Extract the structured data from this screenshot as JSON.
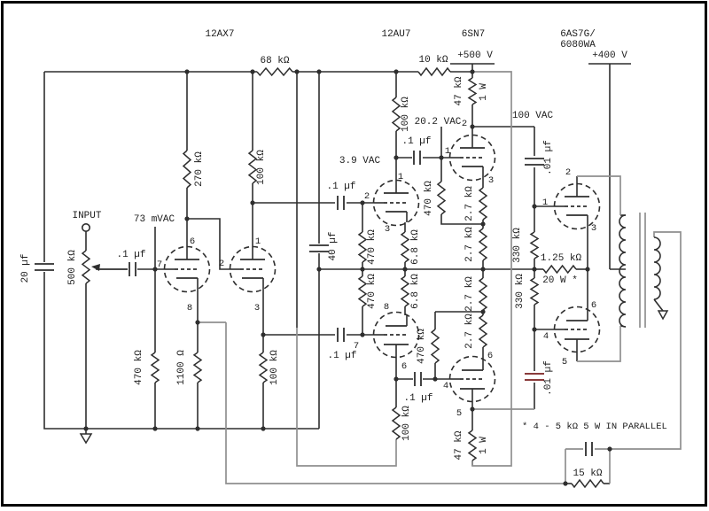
{
  "tubes": {
    "t1": "12AX7",
    "t2": "12AU7",
    "t3": "6SN7",
    "t4_line1": "6AS7G/",
    "t4_line2": "6080WA"
  },
  "power": {
    "b500": "+500 V",
    "b400": "+400 V"
  },
  "test_points": {
    "tp_73mvac": "73 mVAC",
    "tp_3_9vac": "3.9 VAC",
    "tp_20_2vac": "20.2 VAC",
    "tp_100vac": "100 VAC"
  },
  "input": {
    "label": "INPUT"
  },
  "resistors": {
    "r68k": "68 kΩ",
    "r10k": "10 kΩ",
    "r47k": "47 kΩ",
    "r1w": "1 W",
    "r270k": "270 kΩ",
    "r100k": "100 kΩ",
    "r470k": "470 kΩ",
    "r6_8k": "6.8 kΩ",
    "r2_7k": "2.7 kΩ",
    "r330k": "330 kΩ",
    "r1_25k": "1.25 kΩ",
    "r20w": "20 W *",
    "r1100": "1100 Ω",
    "r500k": "500 kΩ",
    "r15k": "15 kΩ"
  },
  "capacitors": {
    "c20uf": "20 µf",
    "c40uf": "40 µf",
    "c0_1uf": ".1 µf",
    "c0_01uf": ".01 µf"
  },
  "note": "* 4 - 5 kΩ 5 W IN PARALLEL",
  "pins": {
    "p1": "1",
    "p2": "2",
    "p3": "3",
    "p4": "4",
    "p5": "5",
    "p6": "6",
    "p7": "7",
    "p8": "8"
  },
  "colors": {
    "line": "#2e2e2e",
    "gray_line": "#8f8f8f",
    "accent_red": "#7a1f1f",
    "background": "#ffffff",
    "border": "#000000"
  }
}
